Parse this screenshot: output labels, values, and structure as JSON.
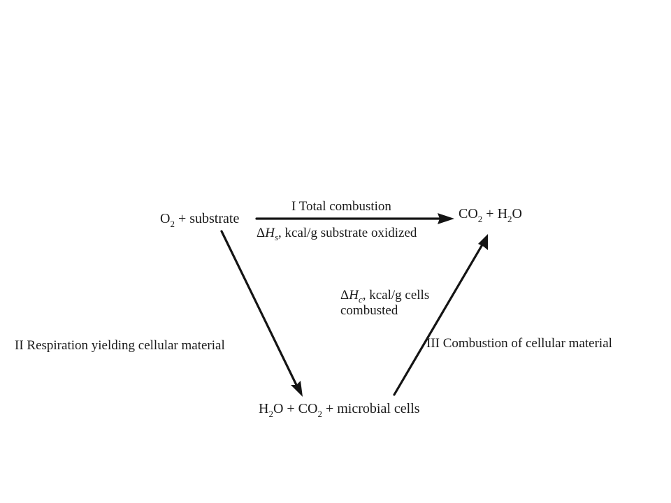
{
  "nodes": {
    "reactants": {
      "o2": "O",
      "o2_sub": "2",
      "rest": " + substrate"
    },
    "total_products": {
      "co2": "CO",
      "co2_sub": "2",
      "plus_h2o_h": " + H",
      "h2o_sub": "2",
      "h2o_o": "O"
    },
    "respiration_products": {
      "h": "H",
      "h_sub": "2",
      "o_plus_co": "O + CO",
      "co2_sub": "2",
      "rest": " + microbial cells"
    }
  },
  "edges": {
    "total_combustion": {
      "label": "I  Total combustion",
      "delta": "Δ",
      "h": "H",
      "h_sub": "s",
      "rest": ", kcal/g substrate oxidized"
    },
    "respiration": {
      "label": "II  Respiration yielding cellular material"
    },
    "cell_combustion": {
      "label": "III  Combustion of cellular material",
      "delta": "Δ",
      "h": "H",
      "h_sub": "c",
      "rest_line1": ", kcal/g cells",
      "line2": "combusted"
    }
  }
}
